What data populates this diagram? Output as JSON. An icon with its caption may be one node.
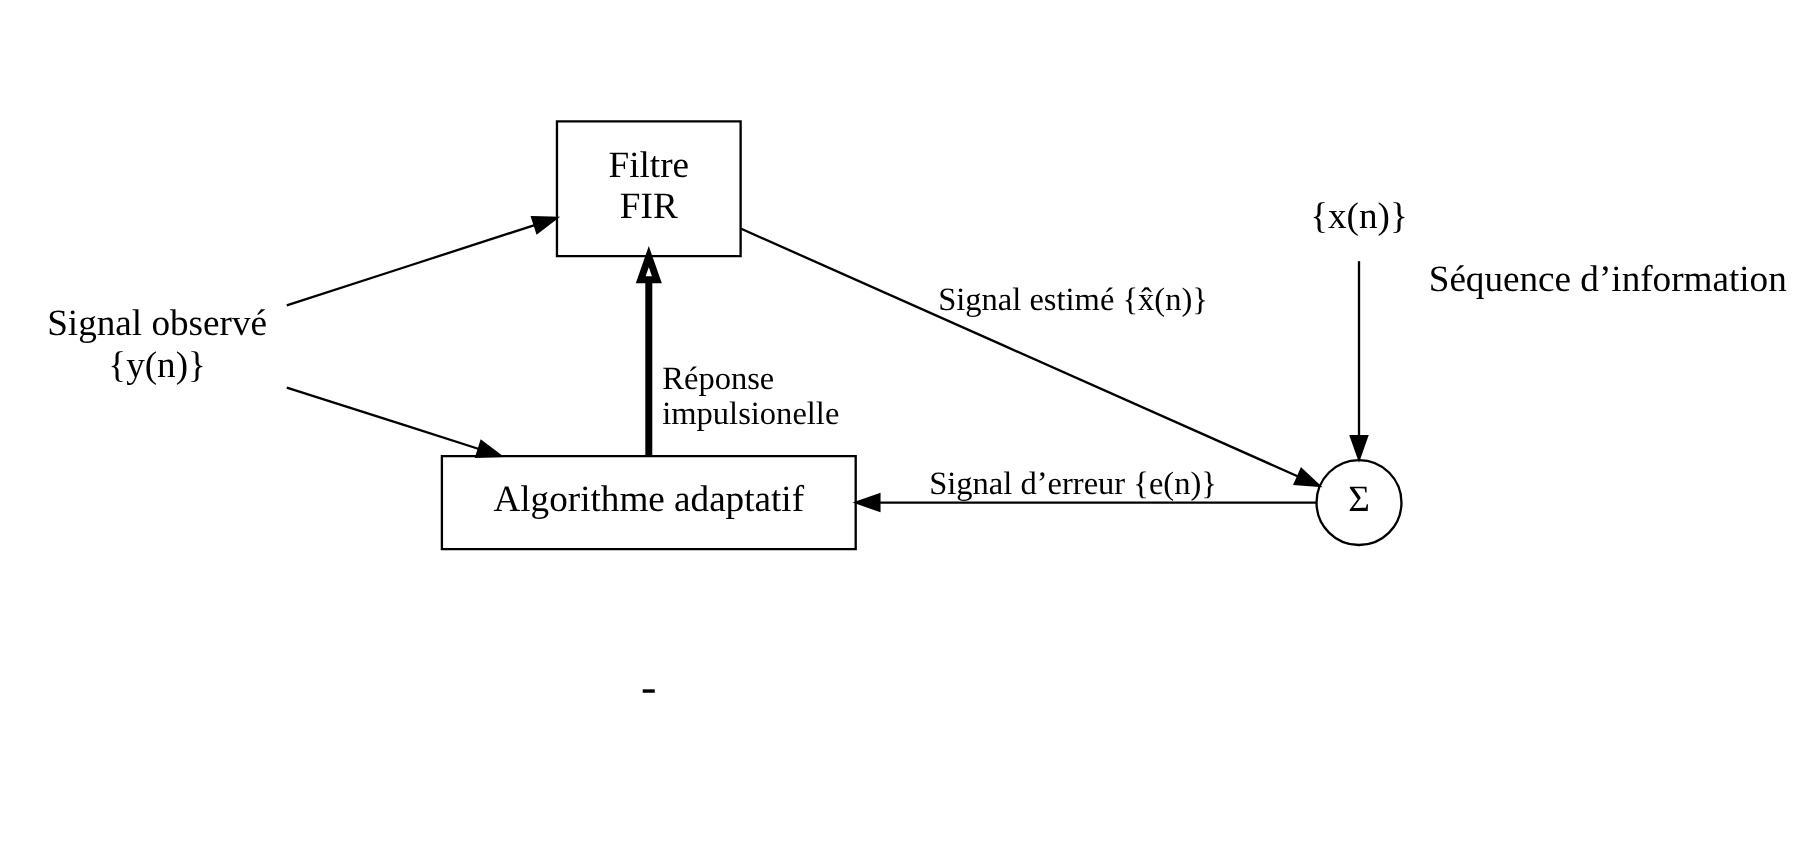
{
  "diagram": {
    "nodes": [
      {
        "text": [
          "Signal observé",
          "{y(n)}"
        ]
      },
      {
        "text": [
          "Filtre",
          "FIR"
        ]
      },
      {
        "text": [
          "Σ"
        ]
      },
      {
        "text": [
          "Algorithme adaptatif"
        ]
      },
      {
        "text": [
          "{x(n)}"
        ],
        "beside": [
          "Séquence d’information"
        ]
      }
    ],
    "edges": [
      {
        "from": 0,
        "to": 1,
        "arrow": "to"
      },
      {
        "from": 0,
        "to": 3,
        "arrow": "to"
      },
      {
        "from": 1,
        "to": 2,
        "arrow": "to",
        "label": "Signal estimé {x̂(n)}"
      },
      {
        "from": 4,
        "to": 2,
        "arrow": "to"
      },
      {
        "from": 2,
        "to": 3,
        "arrow": "to",
        "label": "Signal d’erreur {e(n)}"
      },
      {
        "from": 3,
        "to": 1,
        "arrow": "to",
        "label": "Réponse impulsionelle",
        "style": "thick"
      }
    ],
    "labels": [
      "-"
    ]
  }
}
